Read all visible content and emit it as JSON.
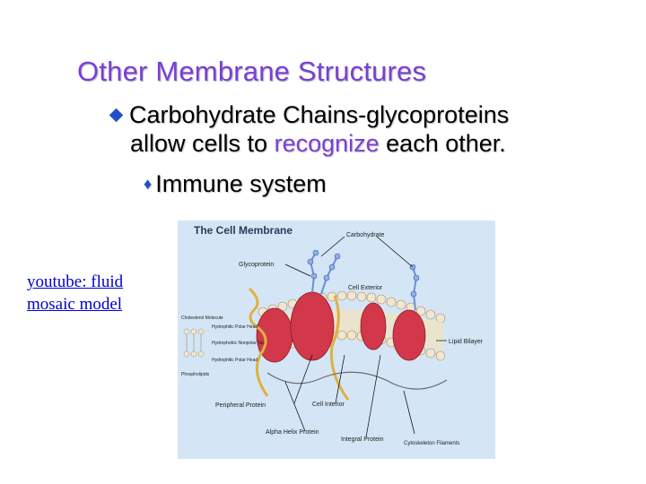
{
  "slide": {
    "title": "Other Membrane Structures",
    "bullet1": {
      "term": "Carbohydrate Chains",
      "rest1": "-glycoproteins",
      "line2_pre": "allow cells to ",
      "highlight": "recognize",
      "line2_post": " each other."
    },
    "bullet2": "Immune system",
    "link_text": "youtube: fluid mosaic model"
  },
  "diagram": {
    "heading": "The Cell Membrane",
    "labels": {
      "carbohydrate": "Carbohydrate",
      "glycoprotein": "Glycoprotein",
      "cell_exterior": "Cell Exterior",
      "cholesterol": "Cholesterol Molecule",
      "hydrophilic_top": "Hydrophilic Polar Head",
      "hydrophobic": "Hydrophobic Nonpolar Tail",
      "hydrophilic_bottom": "Hydrophilic Polar Head",
      "phospholipids": "Phospholipids",
      "lipid_bilayer": "Lipid Bilayer",
      "peripheral_protein": "Peripheral Protein",
      "cell_interior": "Cell Interior",
      "alpha_helix": "Alpha Helix Protein",
      "integral_protein": "Integral Protein",
      "cytoskeleton": "Cytoskeleton Filaments"
    },
    "colors": {
      "background": "#d4e6f5",
      "protein": "#d2384a",
      "lipid_head": "#f3e6d0",
      "carbohydrate": "#6b8fd6",
      "helix": "#e0b040"
    }
  }
}
